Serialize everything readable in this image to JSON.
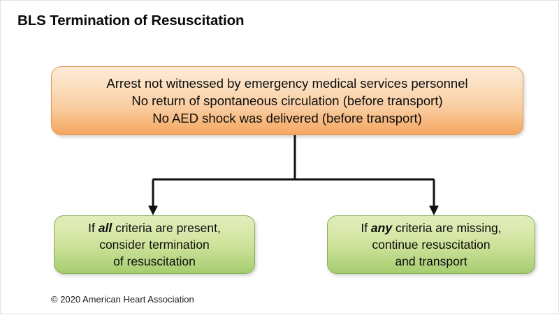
{
  "page": {
    "title": "BLS Termination of Resuscitation",
    "copyright": "© 2020 American Heart Association",
    "background_color": "#ffffff"
  },
  "diagram": {
    "type": "flowchart",
    "criteria_box": {
      "name": "criteria-box",
      "fill_top_color": "#fcebd7",
      "fill_bottom_color": "#f4a65f",
      "border_color": "#e09a55",
      "lines": [
        "Arrest not witnessed by emergency medical services personnel",
        "No return of spontaneous circulation (before transport)",
        "No AED shock was delivered (before transport)"
      ]
    },
    "connector": {
      "name": "branching-connector",
      "stroke_color": "#111111",
      "arrow_count": 2
    },
    "outcomes": [
      {
        "name": "outcome-all",
        "fill_top_color": "#e0ecb9",
        "fill_bottom_color": "#a6cd6e",
        "border_color": "#89ad5c",
        "lines": [
          {
            "prefix": "If ",
            "emphasis": "all",
            "suffix": " criteria are present,"
          },
          {
            "prefix": "consider termination",
            "emphasis": "",
            "suffix": ""
          },
          {
            "prefix": "of resuscitation",
            "emphasis": "",
            "suffix": ""
          }
        ],
        "line1_prefix": "If ",
        "line1_emphasis": "all",
        "line1_suffix": " criteria are present,",
        "line2": "consider termination",
        "line3": "of resuscitation"
      },
      {
        "name": "outcome-any",
        "fill_top_color": "#e0ecb9",
        "fill_bottom_color": "#a6cd6e",
        "border_color": "#89ad5c",
        "lines": [
          {
            "prefix": "If ",
            "emphasis": "any",
            "suffix": " criteria are missing,"
          },
          {
            "prefix": "continue resuscitation",
            "emphasis": "",
            "suffix": ""
          },
          {
            "prefix": "and transport",
            "emphasis": "",
            "suffix": ""
          }
        ],
        "line1_prefix": "If ",
        "line1_emphasis": "any",
        "line1_suffix": " criteria are missing,",
        "line2": "continue resuscitation",
        "line3": "and transport"
      }
    ]
  }
}
